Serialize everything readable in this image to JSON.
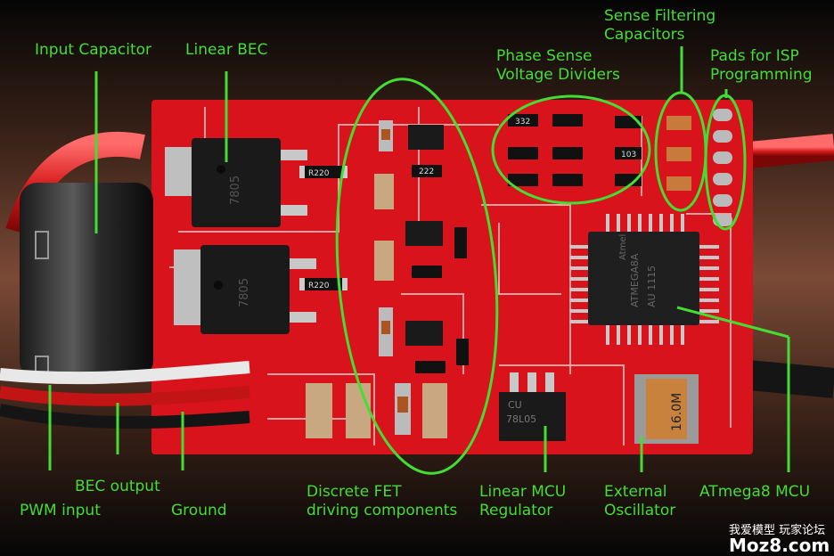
{
  "labels": {
    "input_capacitor": "Input Capacitor",
    "linear_bec": "Linear BEC",
    "phase_sense_1": "Phase Sense",
    "phase_sense_2": "Voltage Dividers",
    "sense_filter_1": "Sense Filtering",
    "sense_filter_2": "Capacitors",
    "isp_pads_1": "Pads for ISP",
    "isp_pads_2": "Programming",
    "bec_output": "BEC output",
    "pwm_input": "PWM input",
    "ground": "Ground",
    "fet_driving_1": "Discrete FET",
    "fet_driving_2": "driving components",
    "mcu_regulator_1": "Linear MCU",
    "mcu_regulator_2": "Regulator",
    "oscillator_1": "External",
    "oscillator_2": "Oscillator",
    "atmega_mcu": "ATmega8 MCU"
  },
  "board_markings": {
    "chip_line1": "Atmel",
    "chip_line2": "ATMEGA8A",
    "chip_line3": "AU 1115",
    "reg1": "7805",
    "reg2": "7805",
    "reg_small": "78L05",
    "reg_small_code": "CU",
    "crystal": "16.0M",
    "r_top": "R220",
    "r_mid": "R220",
    "smd_332": "332",
    "smd_103": "103",
    "smd_222": "222"
  },
  "watermark": {
    "line1": "我爱模型 玩家论坛",
    "line2": "Moz8.com"
  },
  "colors": {
    "annotation": "#44dd33",
    "pcb": "#d8131c",
    "trace": "#f4a0a0"
  }
}
